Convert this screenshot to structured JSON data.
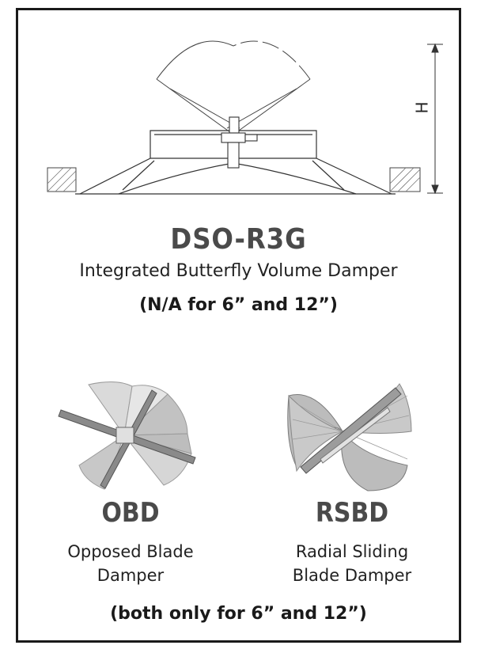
{
  "drawing": {
    "dimension_label": "H"
  },
  "product": {
    "model": "DSO-R3G",
    "description": "Integrated Butterfly Volume Damper",
    "note": "(N/A for 6” and 12”)"
  },
  "options": [
    {
      "code": "OBD",
      "line1": "Opposed Blade",
      "line2": "Damper"
    },
    {
      "code": "RSBD",
      "line1": "Radial Sliding",
      "line2": "Blade Damper"
    }
  ],
  "footer_note": "(both only for 6” and 12”)"
}
